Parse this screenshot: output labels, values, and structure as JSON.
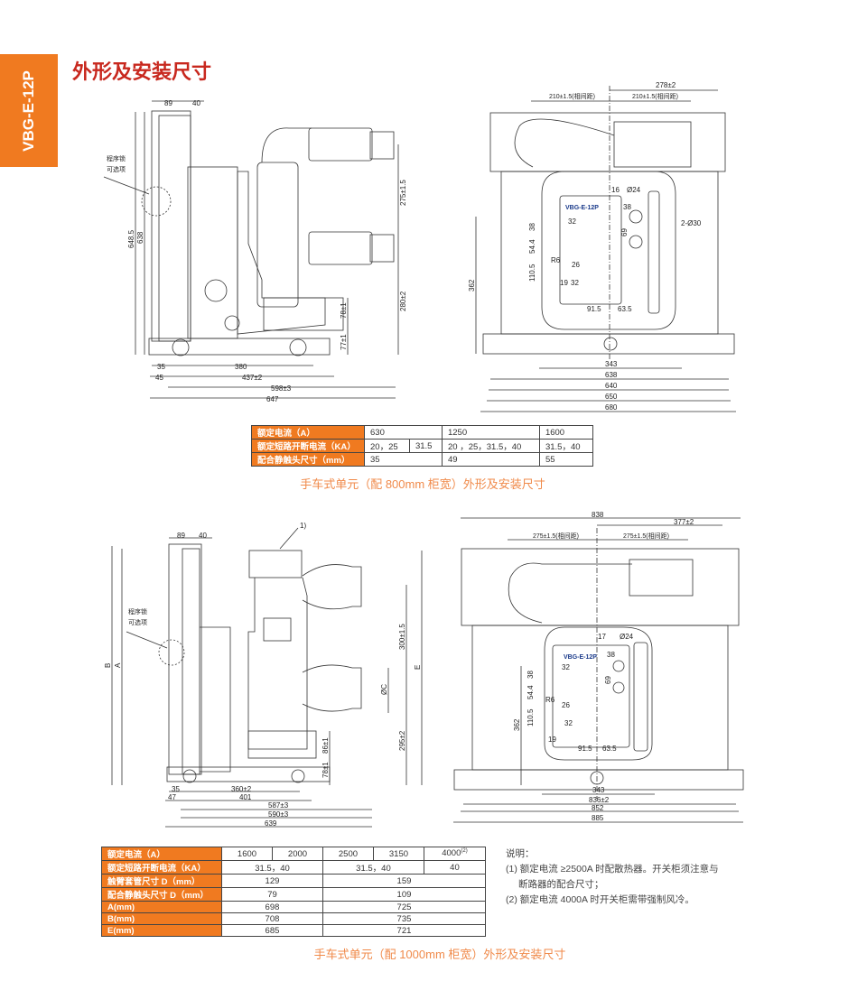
{
  "side_tab": "VBG-E-12P",
  "title": "外形及安装尺寸",
  "drawing1_side": {
    "top_dims": [
      "89",
      "40"
    ],
    "lock_label": [
      "程序锁",
      "可选项"
    ],
    "left_dims": [
      "648.5",
      "638"
    ],
    "right_dims": [
      "275±1.5",
      "280±2",
      "78±1",
      "77±1"
    ],
    "bottom_dims": [
      "35",
      "380",
      "45",
      "437±2",
      "598±3",
      "647"
    ]
  },
  "drawing1_front": {
    "model": "VBG-E-12P",
    "top_dims": [
      "278±2",
      "210±1.5(相间距)",
      "210±1.5(相间距)"
    ],
    "inner_dims": [
      "16",
      "Ø24",
      "38",
      "32",
      "38",
      "69",
      "2-Ø30",
      "54.4",
      "R6",
      "26",
      "110.5",
      "19",
      "32",
      "91.5",
      "63.5"
    ],
    "left_dim": "362",
    "bottom_dims": [
      "343",
      "638",
      "640",
      "650",
      "680"
    ]
  },
  "table1": {
    "rows": [
      {
        "label": "额定电流（A）",
        "cells": [
          "630",
          "1250",
          "1600"
        ]
      },
      {
        "label": "额定短路开断电流（KA）",
        "cells": [
          "20，25",
          "31.5",
          "20 ，25，31.5，40",
          "31.5，40"
        ]
      },
      {
        "label": "配合静触头尺寸（mm）",
        "cells": [
          "35",
          "49",
          "55"
        ]
      }
    ]
  },
  "caption1": "手车式单元（配 800mm 柜宽）外形及安装尺寸",
  "drawing2_side": {
    "top_dims": [
      "89",
      "40"
    ],
    "callout": "1)",
    "lock_label": [
      "程序锁",
      "可选项"
    ],
    "left_dims": [
      "B",
      "A"
    ],
    "right_dims": [
      "300±1.5",
      "E",
      "ØC",
      "295±2",
      "86±1",
      "78±1"
    ],
    "bottom_dims": [
      "35",
      "360±2",
      "47",
      "401",
      "587±3",
      "590±3",
      "639"
    ]
  },
  "drawing2_front": {
    "model": "VBG-E-12P",
    "top_dims": [
      "838",
      "377±2",
      "275±1.5(相间距)",
      "275±1.5(相间距)"
    ],
    "inner_dims": [
      "17",
      "Ø24",
      "38",
      "32",
      "38",
      "69",
      "54.4",
      "R6",
      "26",
      "110.5",
      "32",
      "19",
      "91.5",
      "63.5"
    ],
    "left_dim": "362",
    "bottom_dims": [
      "343",
      "836±2",
      "852",
      "885"
    ]
  },
  "table2": {
    "rows": [
      {
        "label": "额定电流（A）",
        "cells": [
          "1600",
          "2000",
          "2500",
          "3150",
          "4000"
        ],
        "sup": "(2)"
      },
      {
        "label": "额定短路开断电流（KA）",
        "cells": [
          "31.5，40",
          "31.5，40",
          "40"
        ]
      },
      {
        "label": "触臂套管尺寸 D（mm）",
        "cells": [
          "129",
          "159"
        ]
      },
      {
        "label": "配合静触头尺寸 D（mm）",
        "cells": [
          "79",
          "109"
        ]
      },
      {
        "label": "A(mm)",
        "cells": [
          "698",
          "725"
        ]
      },
      {
        "label": "B(mm)",
        "cells": [
          "708",
          "735"
        ]
      },
      {
        "label": "E(mm)",
        "cells": [
          "685",
          "721"
        ]
      }
    ]
  },
  "caption2": "手车式单元（配 1000mm 柜宽）外形及安装尺寸",
  "notes": {
    "heading": "说明：",
    "items": [
      "(1) 额定电流 ≥2500A 时配散热器。开关柜须注意与",
      "断路器的配合尺寸；",
      "(2) 额定电流 4000A 时开关柜需带强制风冷。"
    ]
  },
  "colors": {
    "accent": "#f07a20",
    "title": "#c8281e",
    "caption": "#f08a4a"
  }
}
